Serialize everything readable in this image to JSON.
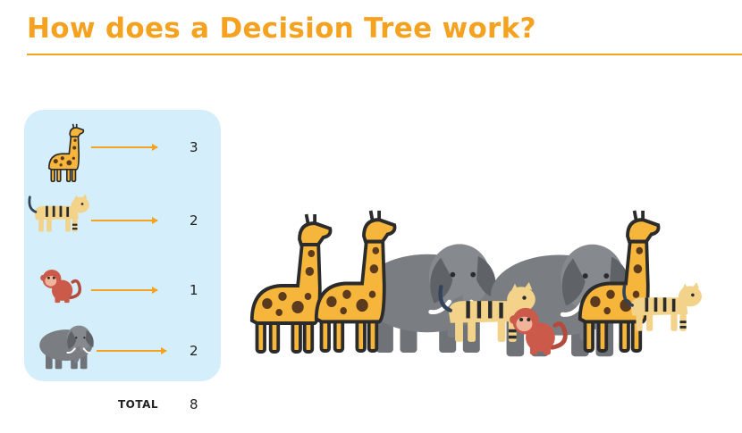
{
  "title": "How does a Decision Tree work?",
  "rows": [
    {
      "animal": "giraffe",
      "count": "3"
    },
    {
      "animal": "tiger",
      "count": "2"
    },
    {
      "animal": "monkey",
      "count": "1"
    },
    {
      "animal": "elephant",
      "count": "2"
    }
  ],
  "total": {
    "label": "TOTAL",
    "value": "8"
  },
  "colors": {
    "accent": "#f4a21f",
    "panel": "#d4eefb",
    "giraffe_body": "#f6b53b",
    "giraffe_spot": "#5c3a1e",
    "elephant": "#6f7277",
    "tiger": "#f3d28a",
    "monkey": "#cc5a4a"
  }
}
